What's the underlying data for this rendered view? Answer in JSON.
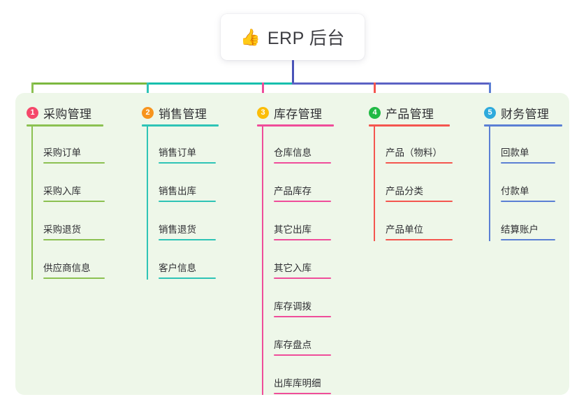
{
  "root": {
    "icon": "thumbs-up-icon",
    "icon_glyph": "👍",
    "title": "ERP 后台"
  },
  "palette": {
    "page_background": "#ffffff",
    "panel_background": "#eef7e9",
    "card_background": "#ffffff",
    "text": "#2f2f33",
    "root_connector": "#4a53b8"
  },
  "connector_segments": [
    {
      "name": "segment-green",
      "color": "#7cb83f"
    },
    {
      "name": "segment-teal",
      "color": "#17bfad"
    },
    {
      "name": "segment-blue",
      "color": "#5b62c4"
    }
  ],
  "columns": [
    {
      "index": "1",
      "title": "采购管理",
      "badge_color": "#f5486a",
      "line_color": "#8cc152",
      "drop_color": "#8cc152",
      "items": [
        {
          "label": "采购订单"
        },
        {
          "label": "采购入库"
        },
        {
          "label": "采购退货"
        },
        {
          "label": "供应商信息"
        }
      ]
    },
    {
      "index": "2",
      "title": "销售管理",
      "badge_color": "#f7941e",
      "line_color": "#2ec4b6",
      "drop_color": "#2ec4b6",
      "items": [
        {
          "label": "销售订单"
        },
        {
          "label": "销售出库"
        },
        {
          "label": "销售退货"
        },
        {
          "label": "客户信息"
        }
      ]
    },
    {
      "index": "3",
      "title": "库存管理",
      "badge_color": "#fbbd08",
      "line_color": "#ef4d9a",
      "drop_color": "#ef4d9a",
      "items": [
        {
          "label": "仓库信息"
        },
        {
          "label": "产品库存"
        },
        {
          "label": "其它出库"
        },
        {
          "label": "其它入库"
        },
        {
          "label": "库存调拨"
        },
        {
          "label": "库存盘点"
        },
        {
          "label": "出库库明细"
        }
      ]
    },
    {
      "index": "4",
      "title": "产品管理",
      "badge_color": "#21ba45",
      "line_color": "#f4564f",
      "drop_color": "#f4564f",
      "items": [
        {
          "label": "产品（物料）"
        },
        {
          "label": "产品分类"
        },
        {
          "label": "产品单位"
        }
      ]
    },
    {
      "index": "5",
      "title": "财务管理",
      "badge_color": "#2eaadc",
      "line_color": "#5b7fd4",
      "drop_color": "#5b7fd4",
      "items": [
        {
          "label": "回款单"
        },
        {
          "label": "付款单"
        },
        {
          "label": "结算账户"
        }
      ]
    }
  ]
}
